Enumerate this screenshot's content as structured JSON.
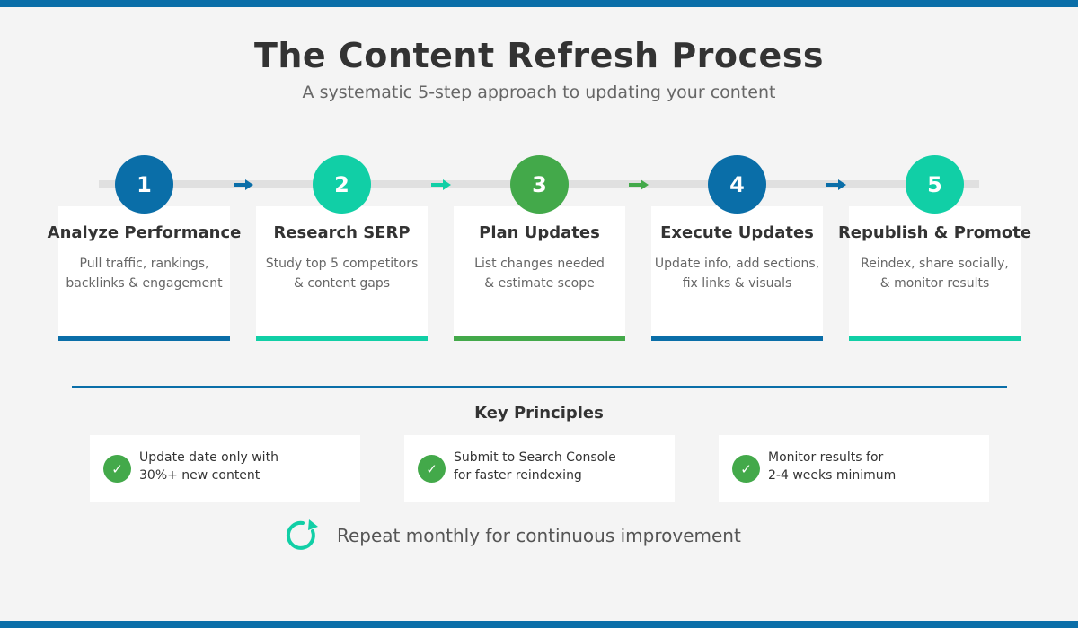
{
  "header": {
    "title": "The Content Refresh Process",
    "subtitle": "A systematic 5-step approach to updating your content"
  },
  "colors": {
    "blue": "#0a6ea8",
    "teal": "#11cfa6",
    "green": "#43a94a"
  },
  "steps": [
    {
      "number": "1",
      "title": "Analyze Performance",
      "desc_line1": "Pull traffic, rankings,",
      "desc_line2": "backlinks & engagement",
      "color": "#0a6ea8"
    },
    {
      "number": "2",
      "title": "Research SERP",
      "desc_line1": "Study top 5 competitors",
      "desc_line2": "& content gaps",
      "color": "#11cfa6"
    },
    {
      "number": "3",
      "title": "Plan Updates",
      "desc_line1": "List changes needed",
      "desc_line2": "& estimate scope",
      "color": "#43a94a"
    },
    {
      "number": "4",
      "title": "Execute Updates",
      "desc_line1": "Update info, add sections,",
      "desc_line2": "fix links & visuals",
      "color": "#0a6ea8"
    },
    {
      "number": "5",
      "title": "Republish & Promote",
      "desc_line1": "Reindex, share socially,",
      "desc_line2": "& monitor results",
      "color": "#11cfa6"
    }
  ],
  "principles": {
    "heading": "Key Principles",
    "items": [
      {
        "line1": "Update date only with",
        "line2": "30%+ new content",
        "icon": "check-icon"
      },
      {
        "line1": "Submit to Search Console",
        "line2": "for faster reindexing",
        "icon": "check-icon"
      },
      {
        "line1": "Monitor results for",
        "line2": "2-4 weeks minimum",
        "icon": "check-icon"
      }
    ]
  },
  "footer": {
    "repeat_text": "Repeat monthly for continuous improvement",
    "icon": "refresh-icon"
  }
}
